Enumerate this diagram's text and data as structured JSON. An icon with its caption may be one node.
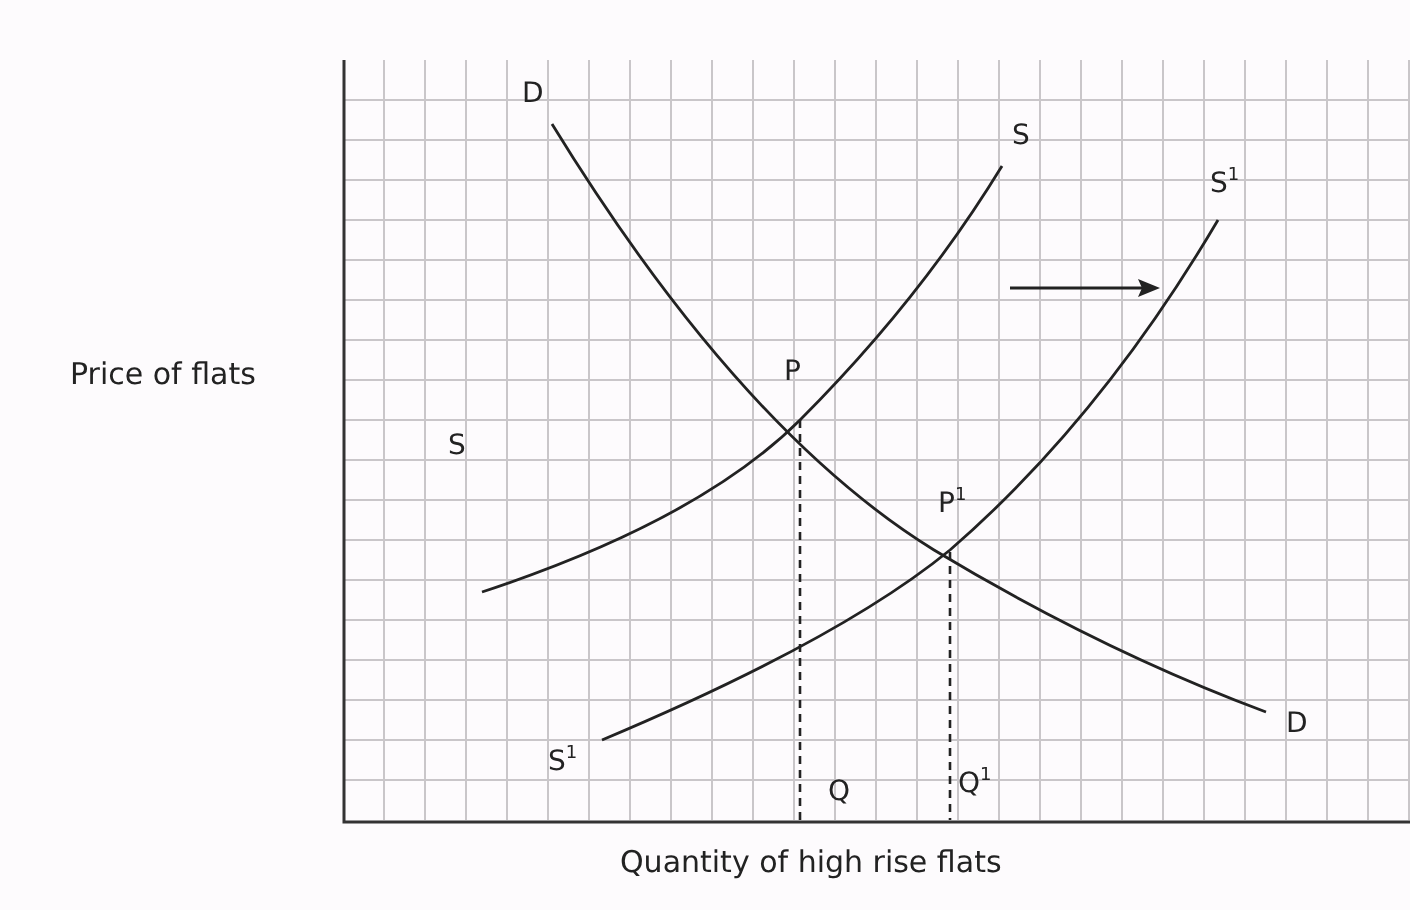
{
  "diagram": {
    "labels": [
      "Price of flats",
      "D",
      "S",
      "S$^{1}$",
      "P",
      "S",
      "P$^{1}$",
      "S$^{1}$",
      "D",
      "Q",
      "Q$^{1}$",
      "Quantity of high rise flats"
    ]
  }
}
